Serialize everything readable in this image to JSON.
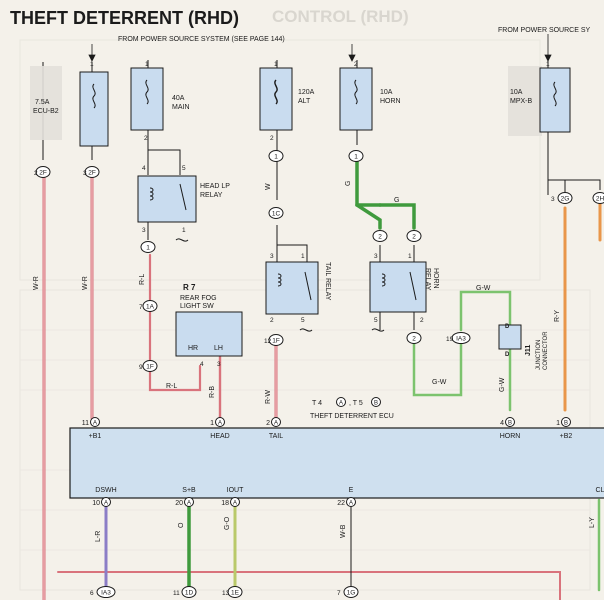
{
  "page": {
    "title": "THEFT DETERRENT (RHD)",
    "ghost_title": "CONTROL (RHD)",
    "source_label_left": "FROM POWER SOURCE SYSTEM (SEE PAGE 144)",
    "source_label_right": "FROM POWER SOURCE SY"
  },
  "fuses": [
    {
      "id": "fuse-ecu-b2",
      "label": "7.5A\nECU-B2"
    },
    {
      "id": "fuse-main",
      "label": "40A\nMAIN"
    },
    {
      "id": "fuse-alt",
      "label": "120A\nALT"
    },
    {
      "id": "fuse-horn",
      "label": "10A\nHORN"
    },
    {
      "id": "fuse-mpx-b",
      "label": "10A\nMPX-B"
    }
  ],
  "relays": {
    "head_lp": "HEAD LP\nRELAY",
    "tail": "TAIL RELAY",
    "horn": "HORN\nRELAY"
  },
  "switch_r7": {
    "ref": "R 7",
    "name": "REAR FOG\nLIGHT SW",
    "hr": "HR",
    "lh": "LH"
  },
  "junction_j11": {
    "ref": "J11",
    "name": "JUNCTION\nCONNECTOR",
    "pin_d": "D"
  },
  "ecu": {
    "title": "THEFT DETERRENT ECU",
    "connector_prefix": "T 4",
    "connector_mid": ", T 5",
    "conn_a": "A",
    "conn_b": "B",
    "top_pins": [
      {
        "num": "11",
        "conn": "A",
        "name": "+B1"
      },
      {
        "num": "1",
        "conn": "A",
        "name": "HEAD"
      },
      {
        "num": "2",
        "conn": "A",
        "name": "TAIL"
      },
      {
        "num": "4",
        "conn": "B",
        "name": "HORN"
      },
      {
        "num": "1",
        "conn": "B",
        "name": "+B2"
      }
    ],
    "bottom_pins": [
      {
        "num": "10",
        "conn": "A",
        "name": "DSWH"
      },
      {
        "num": "20",
        "conn": "A",
        "name": "S+B"
      },
      {
        "num": "18",
        "conn": "A",
        "name": "IOUT"
      },
      {
        "num": "22",
        "conn": "A",
        "name": "E"
      },
      {
        "num": "",
        "conn": "",
        "name": "CL"
      }
    ]
  },
  "wire_labels": {
    "w_r": "W-R",
    "r_l": "R-L",
    "r_b": "R-B",
    "r_w": "R-W",
    "w": "W",
    "g": "G",
    "g_w": "G-W",
    "r_y": "R-Y",
    "l_r": "L-R",
    "o": "O",
    "g_o": "G-O",
    "w_b": "W-B",
    "l_y": "L-Y"
  },
  "connectors": {
    "c2f": "2F",
    "c2h": "2H",
    "c2g": "2G",
    "c1": "1",
    "c1a": "1A",
    "c1f": "1F",
    "c1c": "1C",
    "c2": "2",
    "ia3": "IA3",
    "c1d": "1D",
    "c1e": "1E",
    "c1g": "1G"
  },
  "pins": {
    "p1": "1",
    "p2": "2",
    "p3": "3",
    "p4": "4",
    "p5": "5",
    "p6": "6",
    "p7": "7",
    "p9": "9",
    "p11": "11",
    "p12": "12",
    "p13": "13",
    "p19": "19"
  },
  "colors": {
    "paper": "#f4f1ea",
    "ecu_fill": "#cfe0ef",
    "fuse_fill": "#c9dcef",
    "wire_pink": "#d9737c",
    "wire_green": "#3f9a3d",
    "wire_lightgreen": "#7cc36e",
    "wire_orange": "#e9964a",
    "wire_purple": "#8b7dc6",
    "wire_yellowgreen": "#b9c96a",
    "ink": "#1b1b1b"
  }
}
